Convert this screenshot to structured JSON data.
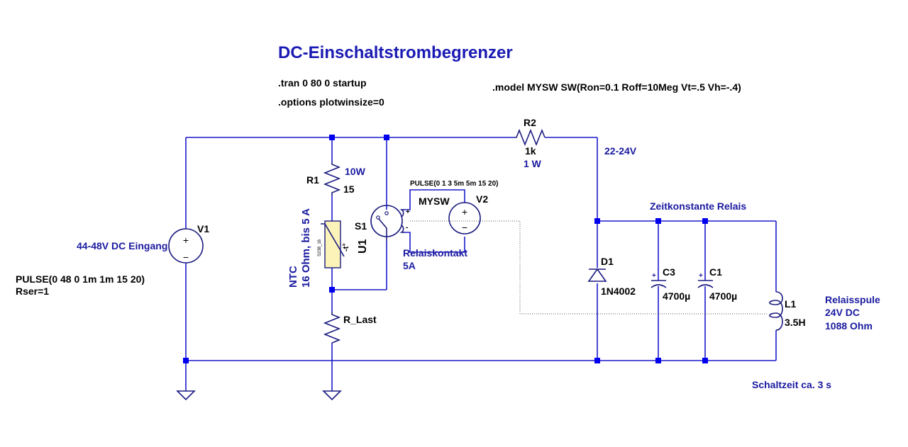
{
  "title": "DC-Einschaltstrombegrenzer",
  "directives": {
    "tran": ".tran 0 80 0 startup",
    "options": ".options plotwinsize=0",
    "model": ".model MYSW SW(Ron=0.1 Roff=10Meg Vt=.5 Vh=-.4)"
  },
  "components": {
    "V1": {
      "name": "V1",
      "value": "PULSE(0 48 0 1m 1m 15 20)",
      "rser": "Rser=1",
      "comment": "44-48V DC Eingang"
    },
    "R1": {
      "name": "R1",
      "value": "15",
      "comment": "10W"
    },
    "U1": {
      "name": "U1",
      "part": "S238_16",
      "temp_symbol": "-t°",
      "comment_line1": "NTC",
      "comment_line2": "16 Ohm, bis 5 A"
    },
    "R_Last": {
      "name": "R_Last"
    },
    "S1": {
      "name": "S1",
      "model": "MYSW",
      "comment_line1": "Relaiskontakt",
      "comment_line2": "5A",
      "plus": "+",
      "minus": "-"
    },
    "V2": {
      "name": "V2",
      "value": "PULSE(0 1 3 5m 5m 15 20)"
    },
    "R2": {
      "name": "R2",
      "value": "1k",
      "comment": "1 W"
    },
    "D1": {
      "name": "D1",
      "value": "1N4002"
    },
    "C3": {
      "name": "C3",
      "value": "4700µ"
    },
    "C1": {
      "name": "C1",
      "value": "4700µ"
    },
    "L1": {
      "name": "L1",
      "value": "3.5H",
      "comment_line1": "Relaisspule",
      "comment_line2": "24V DC",
      "comment_line3": "1088 Ohm"
    }
  },
  "annotations": {
    "voltage_node": "22-24V",
    "time_constant": "Zeitkonstante Relais",
    "switch_time": "Schaltzeit ca. 3 s"
  },
  "symbols": {
    "plus": "+",
    "minus": "−",
    "cap_plus": "+"
  }
}
